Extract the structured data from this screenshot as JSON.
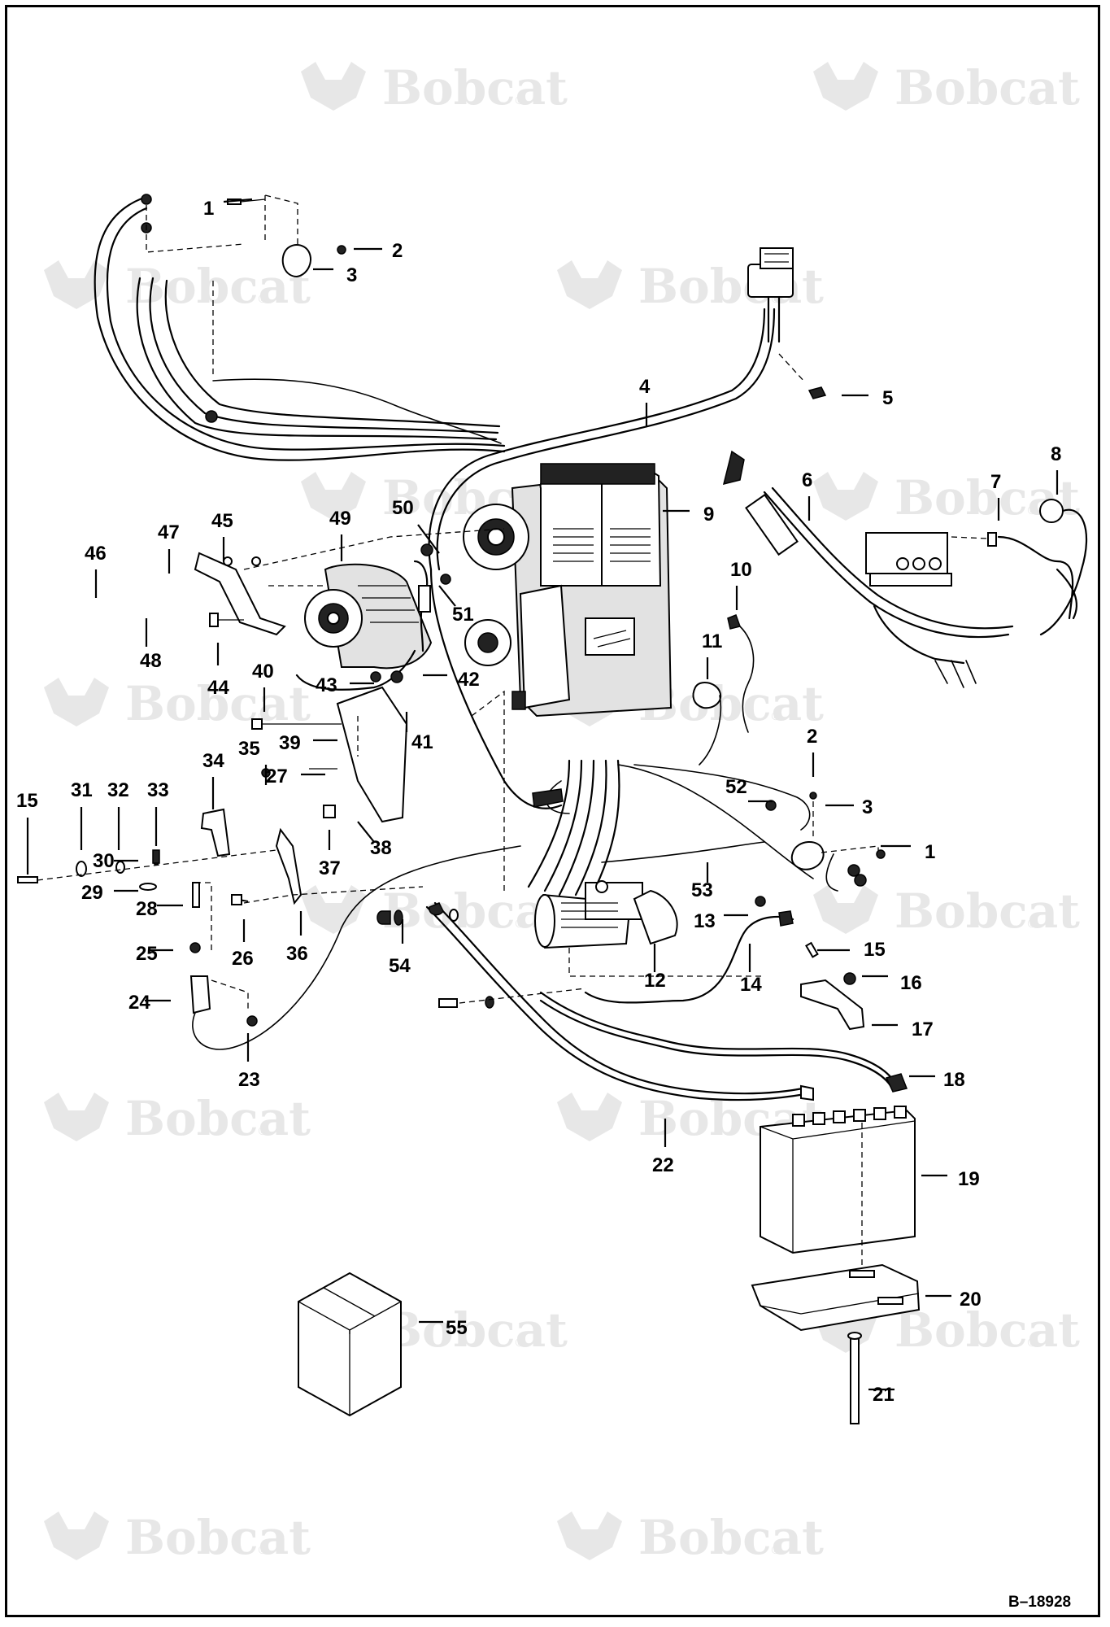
{
  "watermark": {
    "brand": "Bobcat",
    "reg": "®"
  },
  "document_id": "B–18928",
  "callouts": [
    "1",
    "2",
    "3",
    "4",
    "5",
    "6",
    "7",
    "8",
    "9",
    "10",
    "11",
    "12",
    "13",
    "14",
    "15",
    "16",
    "17",
    "18",
    "19",
    "20",
    "21",
    "22",
    "23",
    "24",
    "25",
    "26",
    "27",
    "28",
    "29",
    "30",
    "31",
    "32",
    "33",
    "34",
    "35",
    "36",
    "37",
    "38",
    "39",
    "40",
    "41",
    "42",
    "43",
    "44",
    "45",
    "46",
    "47",
    "48",
    "49",
    "50",
    "51",
    "52",
    "53",
    "54",
    "55"
  ]
}
